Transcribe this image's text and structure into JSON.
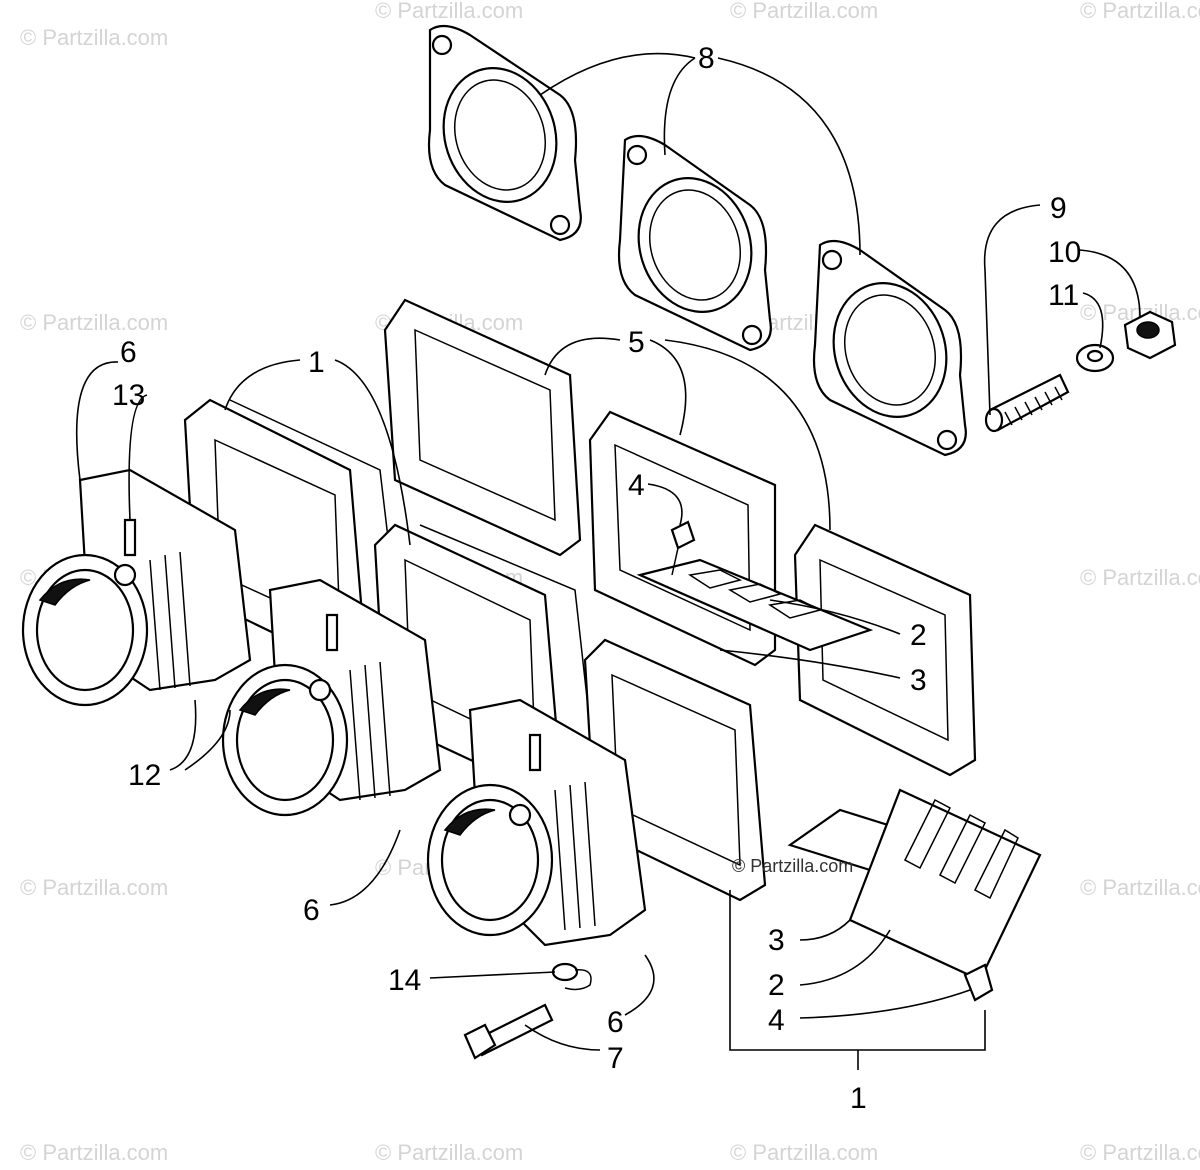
{
  "watermark": {
    "text": "© Partzilla.com",
    "inline_text": "© Partzilla.com",
    "color": "#d4d4d4"
  },
  "callouts": [
    {
      "id": "c8",
      "label": "8"
    },
    {
      "id": "c9",
      "label": "9"
    },
    {
      "id": "c10",
      "label": "10"
    },
    {
      "id": "c11",
      "label": "11"
    },
    {
      "id": "c5",
      "label": "5"
    },
    {
      "id": "c6a",
      "label": "6"
    },
    {
      "id": "c13",
      "label": "13"
    },
    {
      "id": "c1a",
      "label": "1"
    },
    {
      "id": "c4a",
      "label": "4"
    },
    {
      "id": "c2a",
      "label": "2"
    },
    {
      "id": "c3a",
      "label": "3"
    },
    {
      "id": "c12",
      "label": "12"
    },
    {
      "id": "c6b",
      "label": "6"
    },
    {
      "id": "c3b",
      "label": "3"
    },
    {
      "id": "c2b",
      "label": "2"
    },
    {
      "id": "c14",
      "label": "14"
    },
    {
      "id": "c4b",
      "label": "4"
    },
    {
      "id": "c6c",
      "label": "6"
    },
    {
      "id": "c7",
      "label": "7"
    },
    {
      "id": "c1b",
      "label": "1"
    }
  ]
}
